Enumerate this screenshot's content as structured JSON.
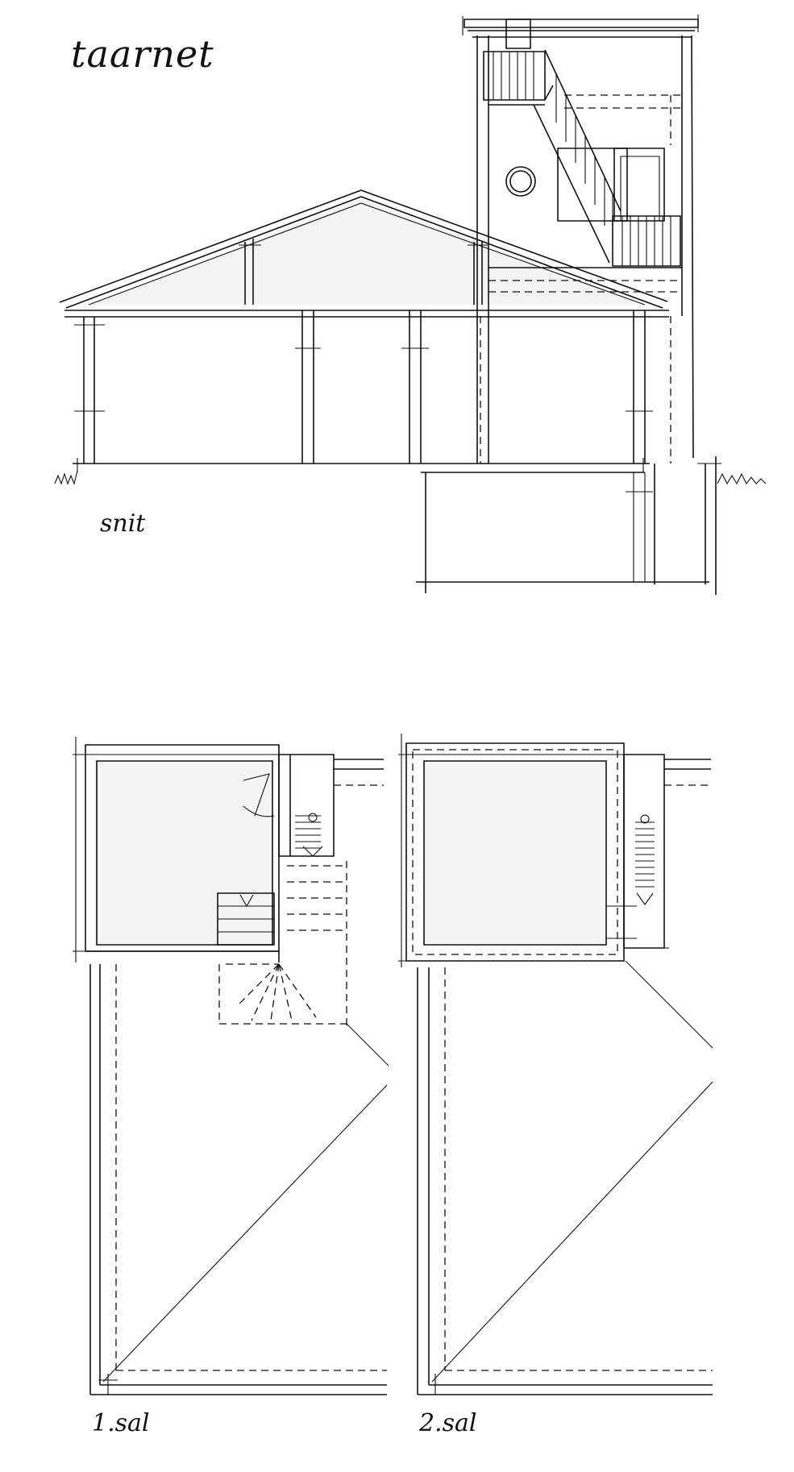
{
  "drawing": {
    "title": "taarnet",
    "section_label": "snit",
    "floor1_label": "1.sal",
    "floor2_label": "2.sal"
  }
}
